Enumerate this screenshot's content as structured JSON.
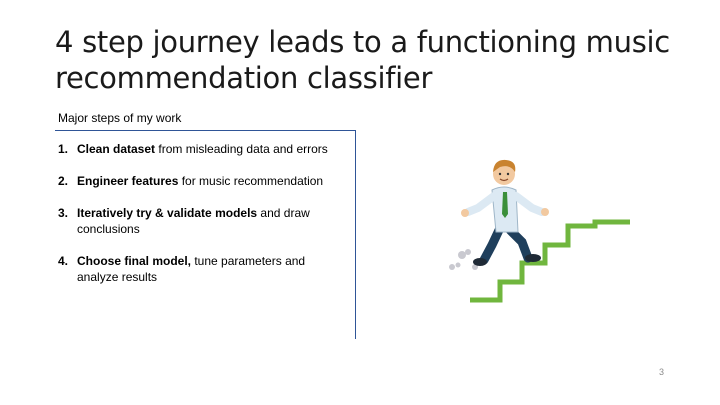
{
  "slide": {
    "title": "4 step journey leads to a functioning music recommendation classifier",
    "subtitle": "Major steps of my work",
    "steps": [
      {
        "num": "1.",
        "bold": "Clean dataset",
        "rest": " from misleading data and errors"
      },
      {
        "num": "2.",
        "bold": "Engineer features",
        "rest": " for music recommendation"
      },
      {
        "num": "3.",
        "bold": "Iteratively try & validate models",
        "rest": " and draw conclusions"
      },
      {
        "num": "4.",
        "bold": "Choose final model,",
        "rest": " tune parameters and analyze results"
      }
    ],
    "page_number": "3"
  },
  "colors": {
    "accent_border": "#2f5597",
    "stairs": "#70b63e",
    "shirt": "#dce9f3",
    "pants": "#1f3f5c",
    "tie": "#3a8f3a"
  },
  "illustration": {
    "icon": "man-climbing-stairs-icon"
  }
}
